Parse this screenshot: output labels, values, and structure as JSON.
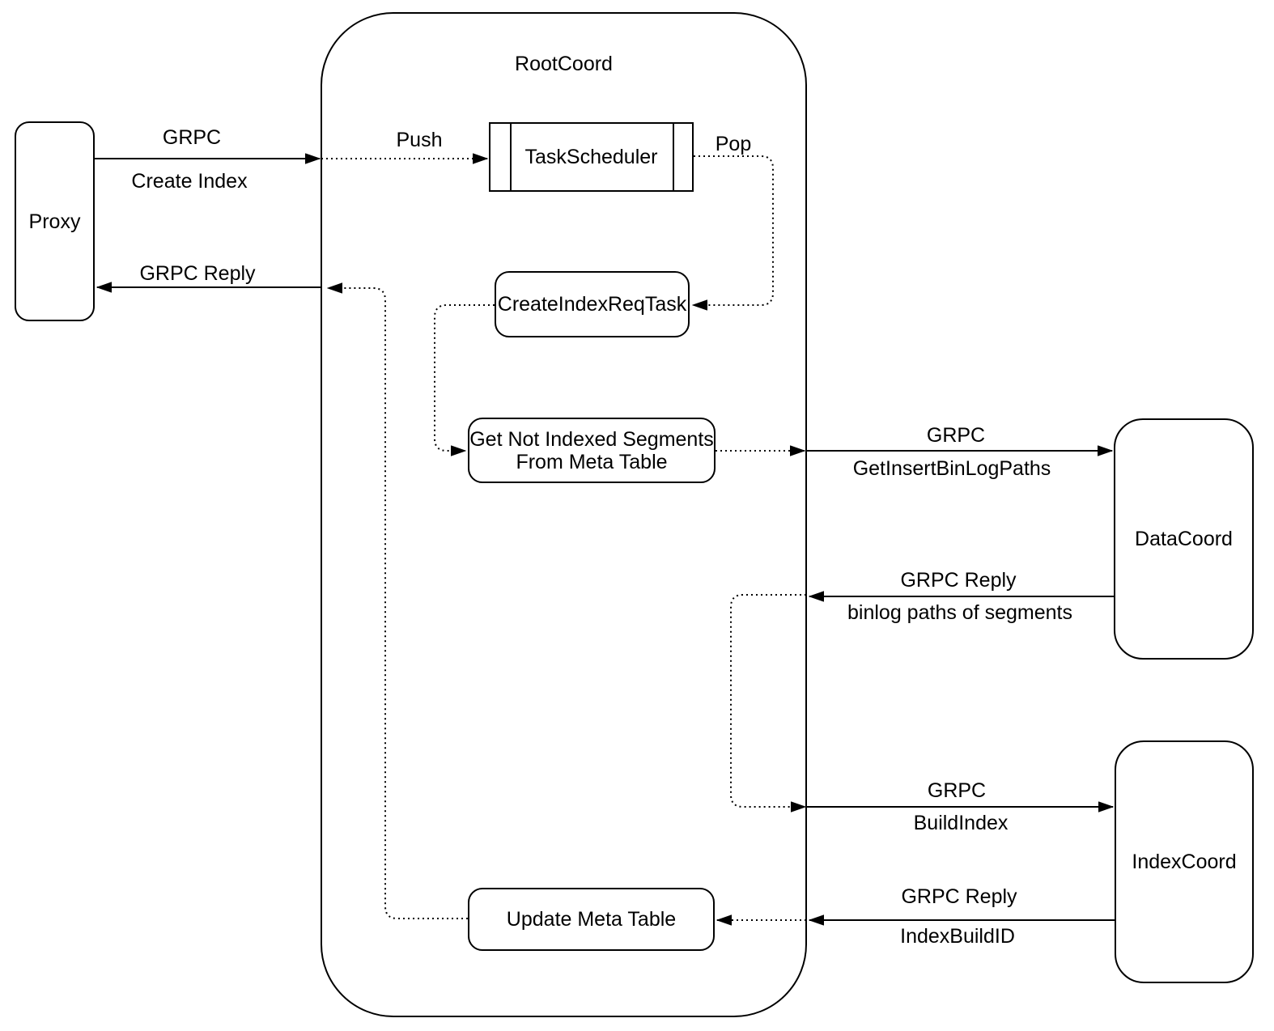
{
  "canvas": {
    "background": "#ffffff",
    "stroke_color": "#000000"
  },
  "diagram": {
    "container": {
      "title": "RootCoord"
    },
    "nodes": {
      "proxy": {
        "label": "Proxy"
      },
      "task_scheduler": {
        "label": "TaskScheduler"
      },
      "create_index_req_task": {
        "label": "CreateIndexReqTask"
      },
      "get_not_indexed_segments": {
        "line1": "Get Not Indexed Segments",
        "line2": "From Meta Table"
      },
      "update_meta_table": {
        "label": "Update Meta Table"
      },
      "data_coord": {
        "label": "DataCoord"
      },
      "index_coord": {
        "label": "IndexCoord"
      }
    },
    "edge_labels": {
      "create_index": {
        "protocol": "GRPC",
        "method": "Create Index"
      },
      "grpc_reply_to_proxy": {
        "protocol": "GRPC Reply"
      },
      "push": {
        "label": "Push"
      },
      "pop": {
        "label": "Pop"
      },
      "get_insert_binlog_paths": {
        "protocol": "GRPC",
        "method": "GetInsertBinLogPaths"
      },
      "binlog_paths_reply": {
        "protocol": "GRPC Reply",
        "method": "binlog paths of segments"
      },
      "build_index": {
        "protocol": "GRPC",
        "method": "BuildIndex"
      },
      "index_build_id_reply": {
        "protocol": "GRPC Reply",
        "method": "IndexBuildID"
      }
    }
  }
}
